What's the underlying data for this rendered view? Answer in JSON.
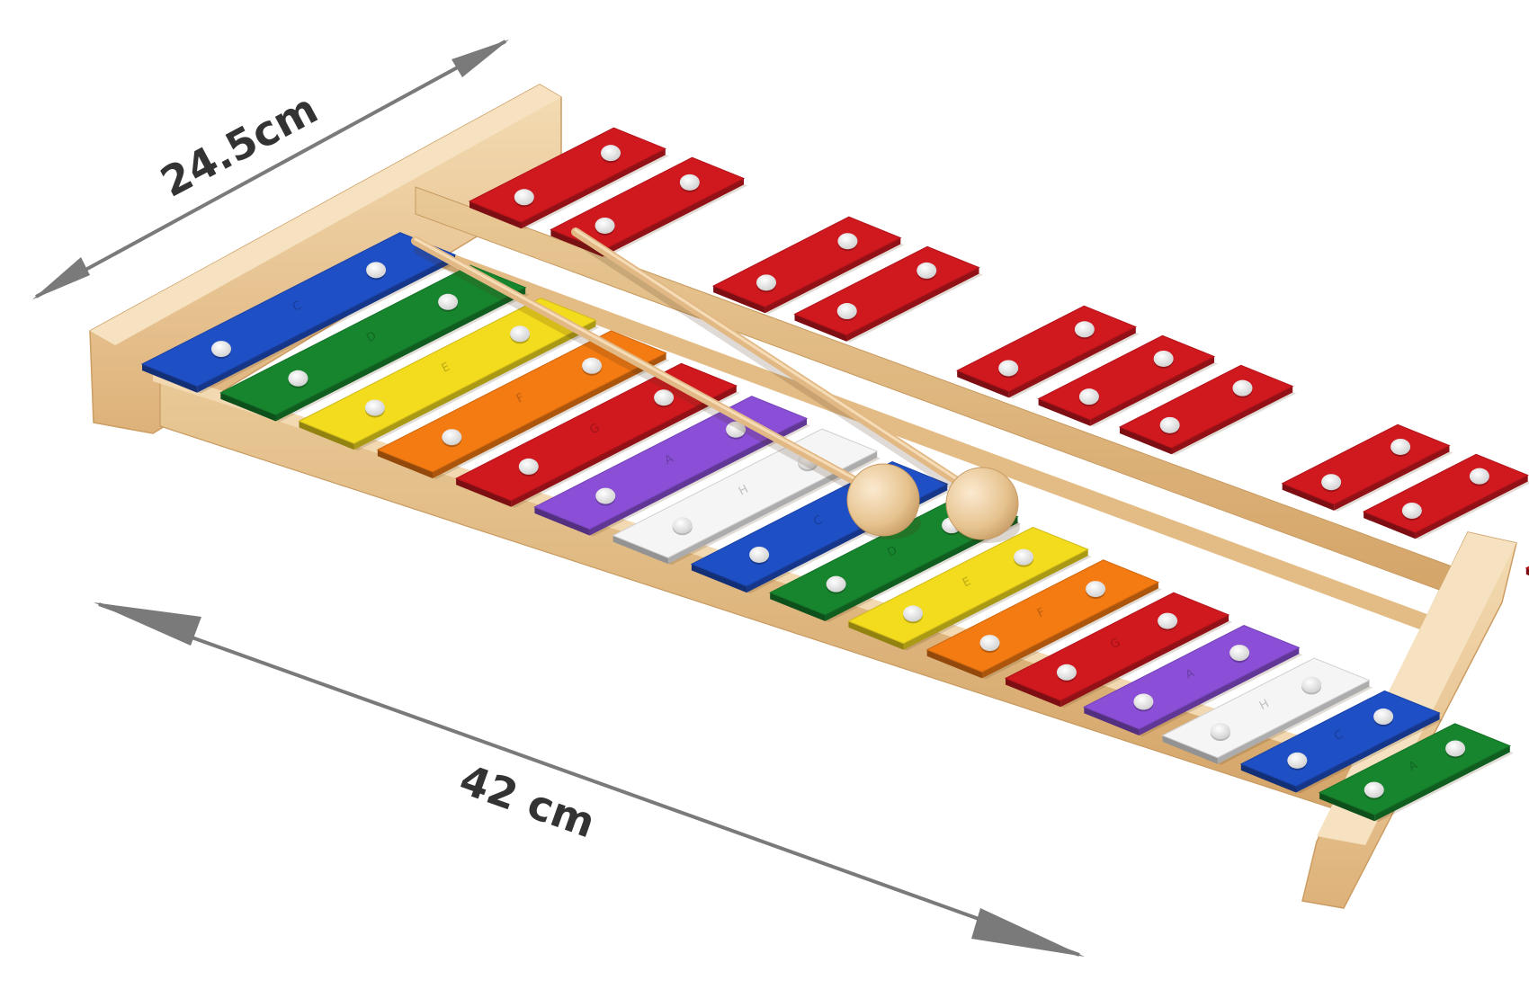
{
  "dimensions": {
    "width_label": "24.5cm",
    "length_label": "42 cm"
  },
  "colors": {
    "wood_light": "#f2d7ae",
    "wood_mid": "#e7c08c",
    "wood_dark": "#d7a86e",
    "arrow": "#7a7a7a",
    "label": "#333333",
    "felt": "#f4efe6",
    "rivet": "#fafafa"
  },
  "instrument": {
    "diatonic_bars": [
      {
        "color": "#1f4fc4",
        "note": "C"
      },
      {
        "color": "#17852e",
        "note": "D"
      },
      {
        "color": "#f3db1d",
        "note": "E"
      },
      {
        "color": "#f47a12",
        "note": "F"
      },
      {
        "color": "#d0181f",
        "note": "G"
      },
      {
        "color": "#8a4fd6",
        "note": "A"
      },
      {
        "color": "#f5f5f5",
        "note": "H"
      },
      {
        "color": "#1f4fc4",
        "note": "C"
      },
      {
        "color": "#17852e",
        "note": "D"
      },
      {
        "color": "#f3db1d",
        "note": "E"
      },
      {
        "color": "#f47a12",
        "note": "F"
      },
      {
        "color": "#d0181f",
        "note": "G"
      },
      {
        "color": "#8a4fd6",
        "note": "A"
      },
      {
        "color": "#f5f5f5",
        "note": "H"
      },
      {
        "color": "#1f4fc4",
        "note": "C"
      },
      {
        "color": "#17852e",
        "note": "A"
      }
    ],
    "chromatic_bars": [
      {
        "color": "#d0181f",
        "slot": 0
      },
      {
        "color": "#d0181f",
        "slot": 1
      },
      {
        "color": "#d0181f",
        "slot": 3
      },
      {
        "color": "#d0181f",
        "slot": 4
      },
      {
        "color": "#d0181f",
        "slot": 6
      },
      {
        "color": "#d0181f",
        "slot": 7
      },
      {
        "color": "#d0181f",
        "slot": 8
      },
      {
        "color": "#d0181f",
        "slot": 10
      },
      {
        "color": "#d0181f",
        "slot": 11
      },
      {
        "color": "#d0181f",
        "slot": 13
      },
      {
        "color": "#d0181f",
        "slot": 14
      }
    ],
    "mallets": [
      {
        "name": "mallet-1"
      },
      {
        "name": "mallet-2"
      }
    ]
  }
}
